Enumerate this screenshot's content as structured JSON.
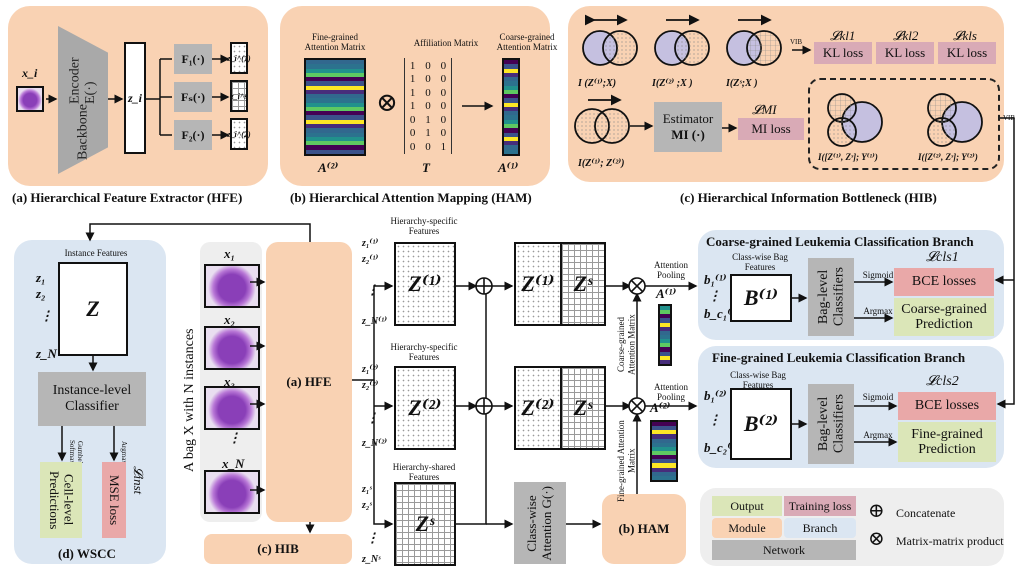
{
  "hfe": {
    "caption": "(a) Hierarchical Feature Extractor (HFE)",
    "input_label": "x_i",
    "encoder_label_line1": "Backbone",
    "encoder_label_line2": "Encoder E(·)",
    "feature_label": "z_i",
    "heads": [
      "F₁(·)",
      "Fₛ(·)",
      "F₂(·)"
    ],
    "head_outputs": [
      "z_i^(1)",
      "z_i^s",
      "z_i^(2)"
    ]
  },
  "ham": {
    "caption": "(b) Hierarchical Attention Mapping (HAM)",
    "fine_title": "Fine-grained Attention Matrix",
    "affiliation_title": "Affiliation Matrix",
    "coarse_title": "Coarse-grained Attention Matrix",
    "fine_symbol": "A⁽²⁾",
    "affiliation_symbol": "T",
    "coarse_symbol": "A⁽¹⁾",
    "affiliation_matrix": [
      [
        1,
        0,
        0
      ],
      [
        1,
        0,
        0
      ],
      [
        1,
        0,
        0
      ],
      [
        1,
        0,
        0
      ],
      [
        0,
        1,
        0
      ],
      [
        0,
        1,
        0
      ],
      [
        0,
        0,
        1
      ]
    ],
    "operator": "⊗"
  },
  "hib": {
    "caption": "(c) Hierarchical Information Bottleneck (HIB)",
    "mi_terms": [
      "I (Z⁽¹⁾;X)",
      "I(Z⁽²⁾ ;X )",
      "I(Zˢ;X )"
    ],
    "mi_pair": "I(Z⁽¹⁾; Z⁽²⁾)",
    "vib_label": "VIB",
    "kl_losses": [
      {
        "symbol": "𝓛kl1",
        "label": "KL loss"
      },
      {
        "symbol": "𝓛kl2",
        "label": "KL loss"
      },
      {
        "symbol": "𝓛kls",
        "label": "KL loss"
      }
    ],
    "estimator_line1": "Estimator",
    "estimator_line2": "MI (·)",
    "mi_loss_symbol": "𝓛MI",
    "mi_loss_label": "MI loss",
    "target_terms": [
      "I([Z⁽¹⁾, Zˢ]; Y⁽¹⁾)",
      "I([Z⁽²⁾, Zˢ]; Y⁽²⁾)"
    ],
    "vib_label_right": "VIB"
  },
  "wscc": {
    "caption": "(d) WSCC",
    "instance_features_title": "Instance Features",
    "rows": [
      "z₁",
      "z₂",
      "⋮",
      "z_N"
    ],
    "matrix_symbol": "Z",
    "classifier_line1": "Instance-level",
    "classifier_line2": "Classifier",
    "gumbel_label": "Gumbel Softmax",
    "argmax_label": "Argmax",
    "cell_pred_label": "Cell-level Predictions",
    "mse_label": "MSE loss",
    "inst_loss_symbol": "𝓛inst"
  },
  "bag": {
    "vertical_label": "A bag X with N instances",
    "instances": [
      "x₁",
      "x₂",
      "x₃",
      "⋮",
      "x_N"
    ]
  },
  "main": {
    "hfe_label": "(a) HFE",
    "hib_label": "(c) HIB",
    "ham_label": "(b) HAM",
    "specific_title_1": "Hierarchy-specific Features",
    "specific_title_2": "Hierarchy-specific Features",
    "shared_title": "Hierarchy-shared Features",
    "z1_rows": [
      "z₁⁽¹⁾",
      "z₂⁽¹⁾",
      "⋮",
      "z_N⁽¹⁾"
    ],
    "z2_rows": [
      "z₁⁽²⁾",
      "z₂⁽²⁾",
      "⋮",
      "z_N⁽²⁾"
    ],
    "zs_rows": [
      "z₁ˢ",
      "z₂ˢ",
      "⋮",
      "z_Nˢ"
    ],
    "z1_symbol": "Z⁽¹⁾",
    "z2_symbol": "Z⁽²⁾",
    "zs_symbol": "Zˢ",
    "class_attention_line1": "Class-wise",
    "class_attention_line2": "Attention G(·)",
    "attention_pooling": "Attention Pooling",
    "coarse_attn_label": "Coarse-grained Attention Matrix",
    "fine_attn_label": "Fine-grained Attention Matrix",
    "a1_symbol": "A⁽¹⁾",
    "a2_symbol": "A⁽²⁾"
  },
  "coarse_branch": {
    "title": "Coarse-grained Leukemia Classification Branch",
    "bag_features_title": "Class-wise Bag Features",
    "rows": [
      "b₁⁽¹⁾",
      "⋮",
      "b_c₁⁽¹⁾"
    ],
    "matrix_symbol": "B⁽¹⁾",
    "classifier_line1": "Bag-level",
    "classifier_line2": "Classifiers",
    "sigmoid_label": "Sigmoid",
    "argmax_label": "Argmax",
    "loss_symbol": "𝓛cls1",
    "loss_label": "BCE losses",
    "prediction_line1": "Coarse-grained",
    "prediction_line2": "Prediction"
  },
  "fine_branch": {
    "title": "Fine-grained Leukemia Classification Branch",
    "bag_features_title": "Class-wise Bag Features",
    "rows": [
      "b₁⁽²⁾",
      "⋮",
      "b_c₂⁽²⁾"
    ],
    "matrix_symbol": "B⁽²⁾",
    "classifier_line1": "Bag-level",
    "classifier_line2": "Classifiers",
    "sigmoid_label": "Sigmoid",
    "argmax_label": "Argmax",
    "loss_symbol": "𝓛cls2",
    "loss_label": "BCE losses",
    "prediction_line1": "Fine-grained",
    "prediction_line2": "Prediction"
  },
  "legend": {
    "output": "Output",
    "training_loss": "Training loss",
    "module": "Module",
    "branch": "Branch",
    "network": "Network",
    "concatenate_symbol": "⊕",
    "concatenate": "Concatenate",
    "product_symbol": "⊗",
    "product": "Matrix-matrix product"
  },
  "colors": {
    "module": "#f9d2b3",
    "branch": "#dbe6f2",
    "network": "#b6b6b6",
    "training_loss": "#d9aab6",
    "bce_loss": "#e9a8a8",
    "output": "#dbe6b8",
    "venn_fill": "#c5c0e0"
  }
}
